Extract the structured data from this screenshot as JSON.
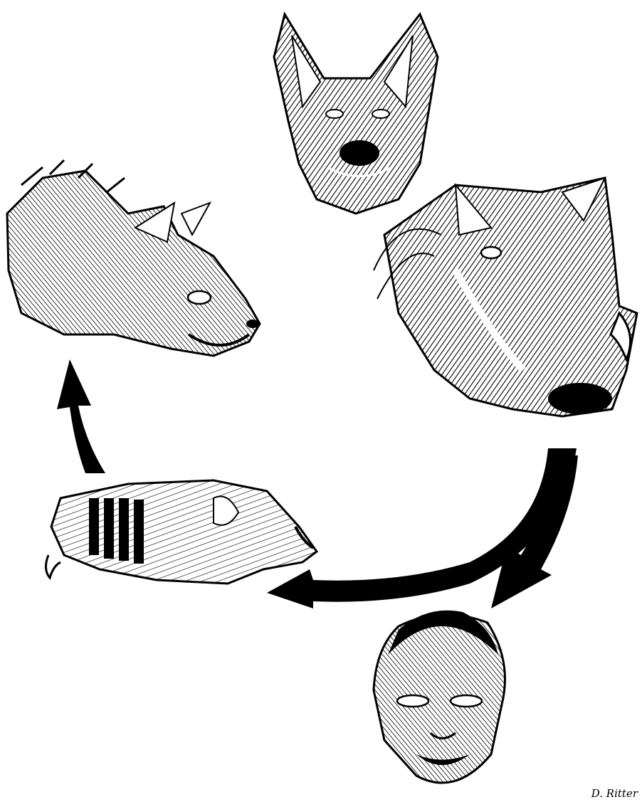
{
  "diagram": {
    "kind": "cycle illustration",
    "nodes": [
      {
        "id": "wild-dog",
        "icon": "wild-dog-head-icon"
      },
      {
        "id": "warthog",
        "icon": "warthog-head-icon"
      },
      {
        "id": "human",
        "icon": "human-head-icon"
      },
      {
        "id": "carcass",
        "icon": "warthog-carcass-icon"
      },
      {
        "id": "hyena",
        "icon": "hyena-head-icon"
      }
    ],
    "arrows": [
      {
        "from": "warthog",
        "to": "human"
      },
      {
        "from": "warthog",
        "to": "carcass"
      },
      {
        "from": "carcass",
        "to": "hyena"
      }
    ],
    "colors": {
      "ink": "#000000",
      "paper": "#ffffff"
    }
  },
  "signature": "D. Ritter"
}
